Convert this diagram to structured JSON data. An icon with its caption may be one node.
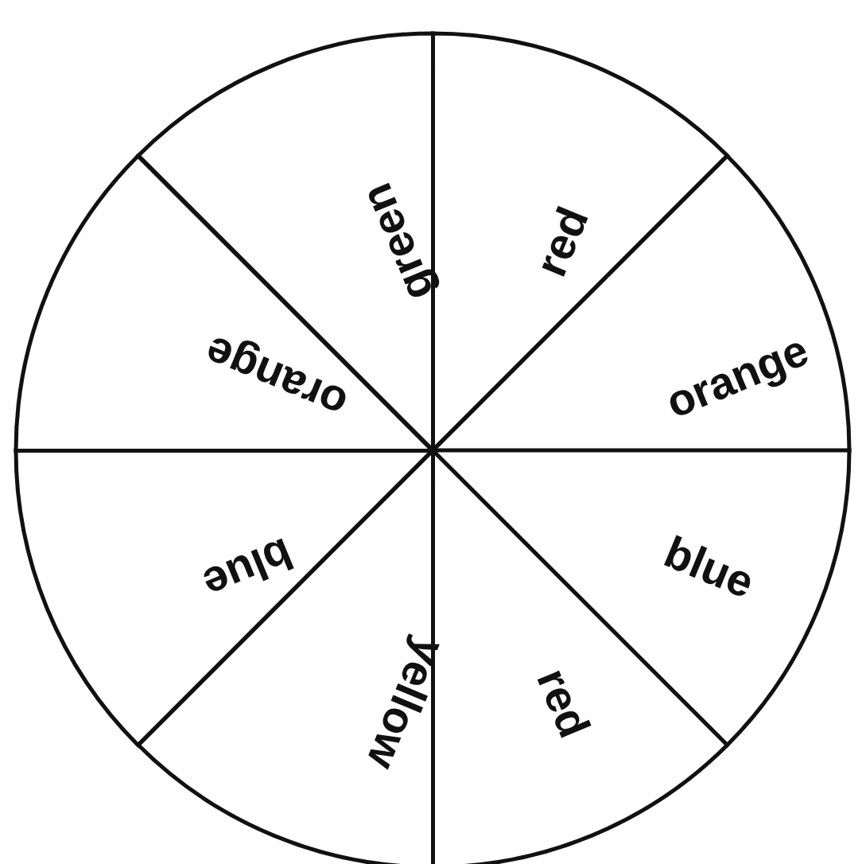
{
  "diagram": {
    "nodes": [
      {
        "text": [
          "red"
        ]
      },
      {
        "text": [
          "orange"
        ]
      },
      {
        "text": [
          "blue"
        ]
      },
      {
        "text": [
          "red"
        ]
      },
      {
        "text": [
          "yellow"
        ]
      },
      {
        "text": [
          "blue"
        ]
      },
      {
        "text": [
          "orange"
        ]
      },
      {
        "text": [
          "green"
        ]
      }
    ]
  }
}
